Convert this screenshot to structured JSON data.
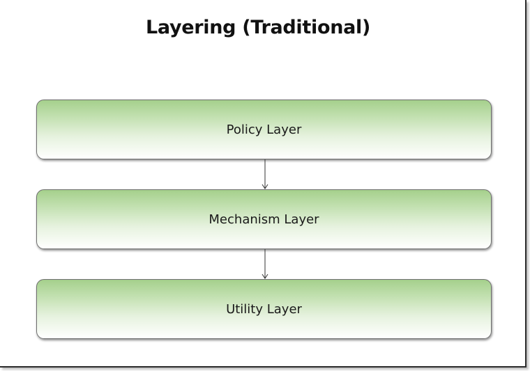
{
  "diagram": {
    "title": "Layering (Traditional)",
    "layers": [
      {
        "label": "Policy Layer"
      },
      {
        "label": "Mechanism Layer"
      },
      {
        "label": "Utility Layer"
      }
    ],
    "colors": {
      "layer_top": "#a5d08c",
      "layer_bottom": "#ffffff",
      "border": "#6e6e6e",
      "arrow": "#333333"
    }
  }
}
